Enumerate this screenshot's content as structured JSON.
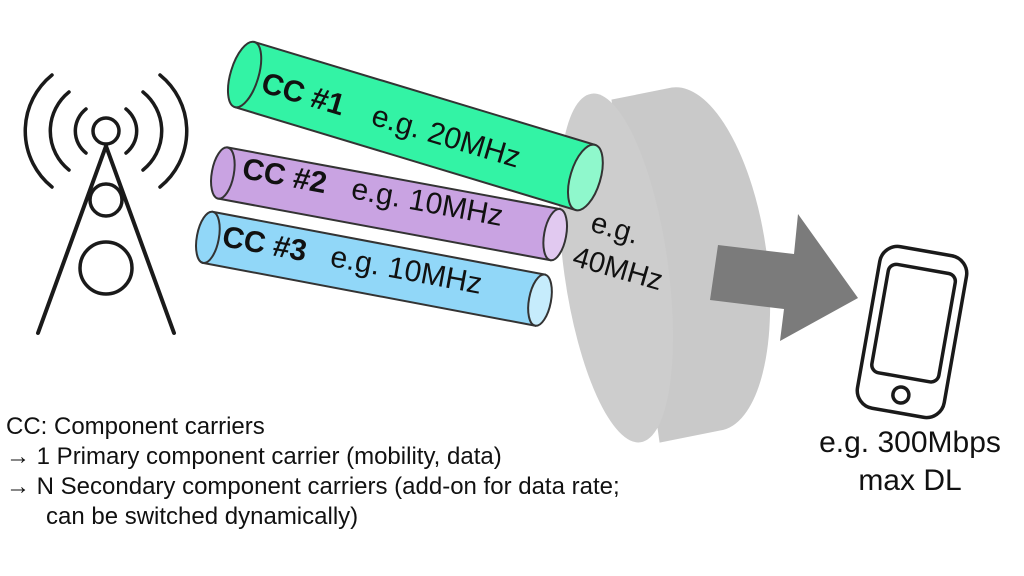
{
  "carriers": [
    {
      "name": "CC #1",
      "bandwidth": "e.g. 20MHz",
      "color": "#33f3a5",
      "cap_color": "#8ff8cc"
    },
    {
      "name": "CC #2",
      "bandwidth": "e.g. 10MHz",
      "color": "#c9a3e2",
      "cap_color": "#e1c9f0"
    },
    {
      "name": "CC #3",
      "bandwidth": "e.g. 10MHz",
      "color": "#91d7f8",
      "cap_color": "#c6ecfc"
    }
  ],
  "aggregate": {
    "line1": "e.g.",
    "line2": "40MHz",
    "color": "#cdcdcd"
  },
  "legend": {
    "line1": "CC: Component carriers",
    "line2": "→ 1 Primary component carrier (mobility, data)",
    "line3": "→ N Secondary component carriers (add-on for data rate;",
    "line4": "can be switched dynamically)"
  },
  "result": {
    "line1": "e.g. 300Mbps",
    "line2": "max DL"
  },
  "icons": [
    "tower-icon",
    "phone-icon",
    "arrow-icon"
  ]
}
